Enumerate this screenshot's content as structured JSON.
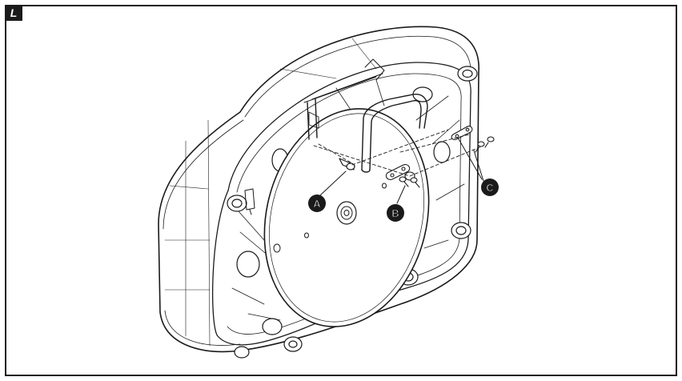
{
  "figure": {
    "label": "L",
    "callouts": [
      {
        "id": "A",
        "text": "A"
      },
      {
        "id": "B",
        "text": "B"
      },
      {
        "id": "C",
        "text": "C"
      }
    ]
  },
  "colors": {
    "line": "#1a1a1a",
    "fill": "#ffffff",
    "callout_bg": "#1a1a1a",
    "callout_text": "#ffffff"
  }
}
